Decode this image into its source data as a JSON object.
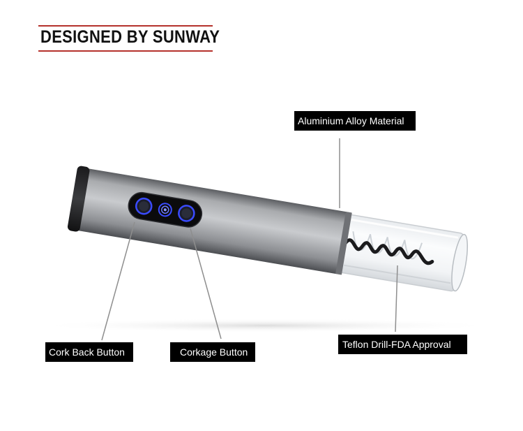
{
  "brand": {
    "title": "DESIGNED BY SUNWAY",
    "accent_color": "#b5322c"
  },
  "product": {
    "icons": [
      "reverse-button-icon",
      "logo-icon",
      "forward-button-icon",
      "corkscrew-spiral-icon"
    ],
    "button_glow_color": "#3a4bff"
  },
  "callouts": {
    "aluminium": "Aluminium Alloy Material",
    "cork_back": "Cork Back Button",
    "corkage": "Corkage Button",
    "teflon": "Teflon Drill-FDA Approval"
  }
}
